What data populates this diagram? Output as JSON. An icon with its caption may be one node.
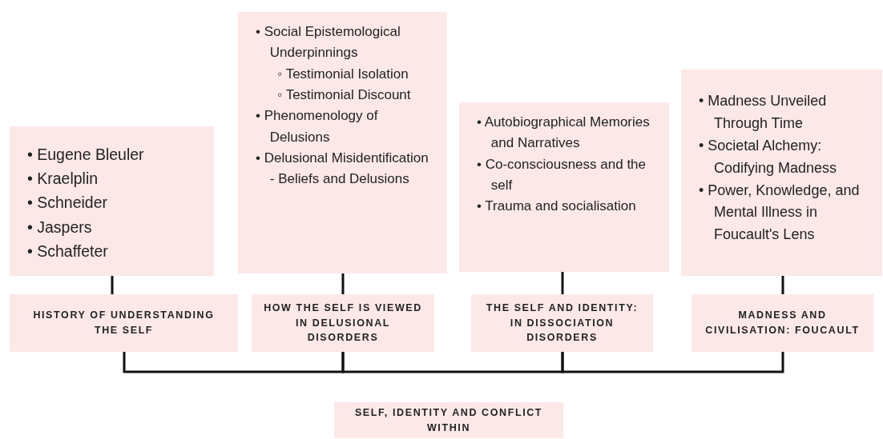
{
  "diagram": {
    "nodes": [
      {
        "text": [
          "• Eugene Bleuler",
          "• Kraelplin",
          "• Schneider",
          "• Jaspers",
          "• Schaffeter"
        ]
      },
      {
        "text": [
          "• Social Epistemological Underpinnings",
          "◦ Testimonial Isolation",
          "◦ Testimonial Discount",
          "• Phenomenology of Delusions",
          "• Delusional Misidentification - Beliefs and Delusions"
        ]
      },
      {
        "text": [
          "• Autobiographical Memories and Narratives",
          "• Co-consciousness and the self",
          "• Trauma and socialisation"
        ]
      },
      {
        "text": [
          "• Madness Unveiled Through Time",
          "• Societal Alchemy: Codifying Madness",
          "• Power, Knowledge, and Mental Illness in Foucault's Lens"
        ]
      },
      {
        "text": [
          "HISTORY OF UNDERSTANDING THE SELF"
        ]
      },
      {
        "text": [
          "HOW THE SELF IS VIEWED IN DELUSIONAL DISORDERS"
        ]
      },
      {
        "text": [
          "THE SELF AND IDENTITY: IN DISSOCIATION DISORDERS"
        ]
      },
      {
        "text": [
          "MADNESS AND CIVILISATION: FOUCAULT"
        ]
      },
      {
        "text": [
          "SELF, IDENTITY AND CONFLICT WITHIN"
        ]
      }
    ],
    "edges": [
      {
        "from": 0,
        "to": 4,
        "arrow": "none"
      },
      {
        "from": 1,
        "to": 5,
        "arrow": "none"
      },
      {
        "from": 2,
        "to": 6,
        "arrow": "none"
      },
      {
        "from": 3,
        "to": 7,
        "arrow": "none"
      },
      {
        "from": 4,
        "to": 5,
        "arrow": "none"
      },
      {
        "from": 5,
        "to": 6,
        "arrow": "none"
      },
      {
        "from": 6,
        "to": 7,
        "arrow": "none"
      }
    ]
  }
}
